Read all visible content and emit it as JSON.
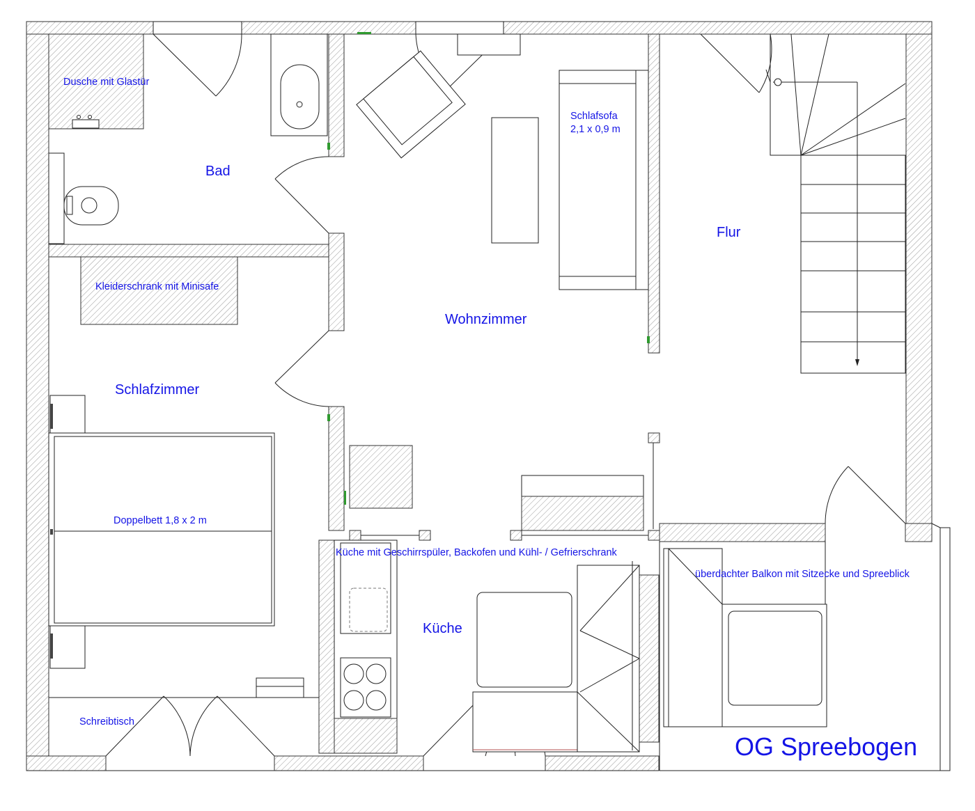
{
  "plan": {
    "title": "OG Spreebogen",
    "rooms": {
      "bad": "Bad",
      "wohnzimmer": "Wohnzimmer",
      "flur": "Flur",
      "schlafzimmer": "Schlafzimmer",
      "kueche": "Küche"
    },
    "fixtures": {
      "dusche": "Dusche mit Glastür",
      "schrank": "Kleiderschrank mit Minisafe",
      "sofa_name": "Schlafsofa",
      "sofa_size": "2,1 x 0,9 m",
      "bett": "Doppelbett 1,8 x 2 m",
      "schreibtisch": "Schreibtisch",
      "kuechenzeile": "Küche mit Geschirrspüler, Backofen und Kühl- / Gefrierschrank",
      "balkon": "überdachter Balkon mit Sitzecke und Spreeblick"
    },
    "colors": {
      "label": "#1414e6",
      "wall_line": "#333333",
      "door_marker": "#2f9a2f"
    }
  }
}
